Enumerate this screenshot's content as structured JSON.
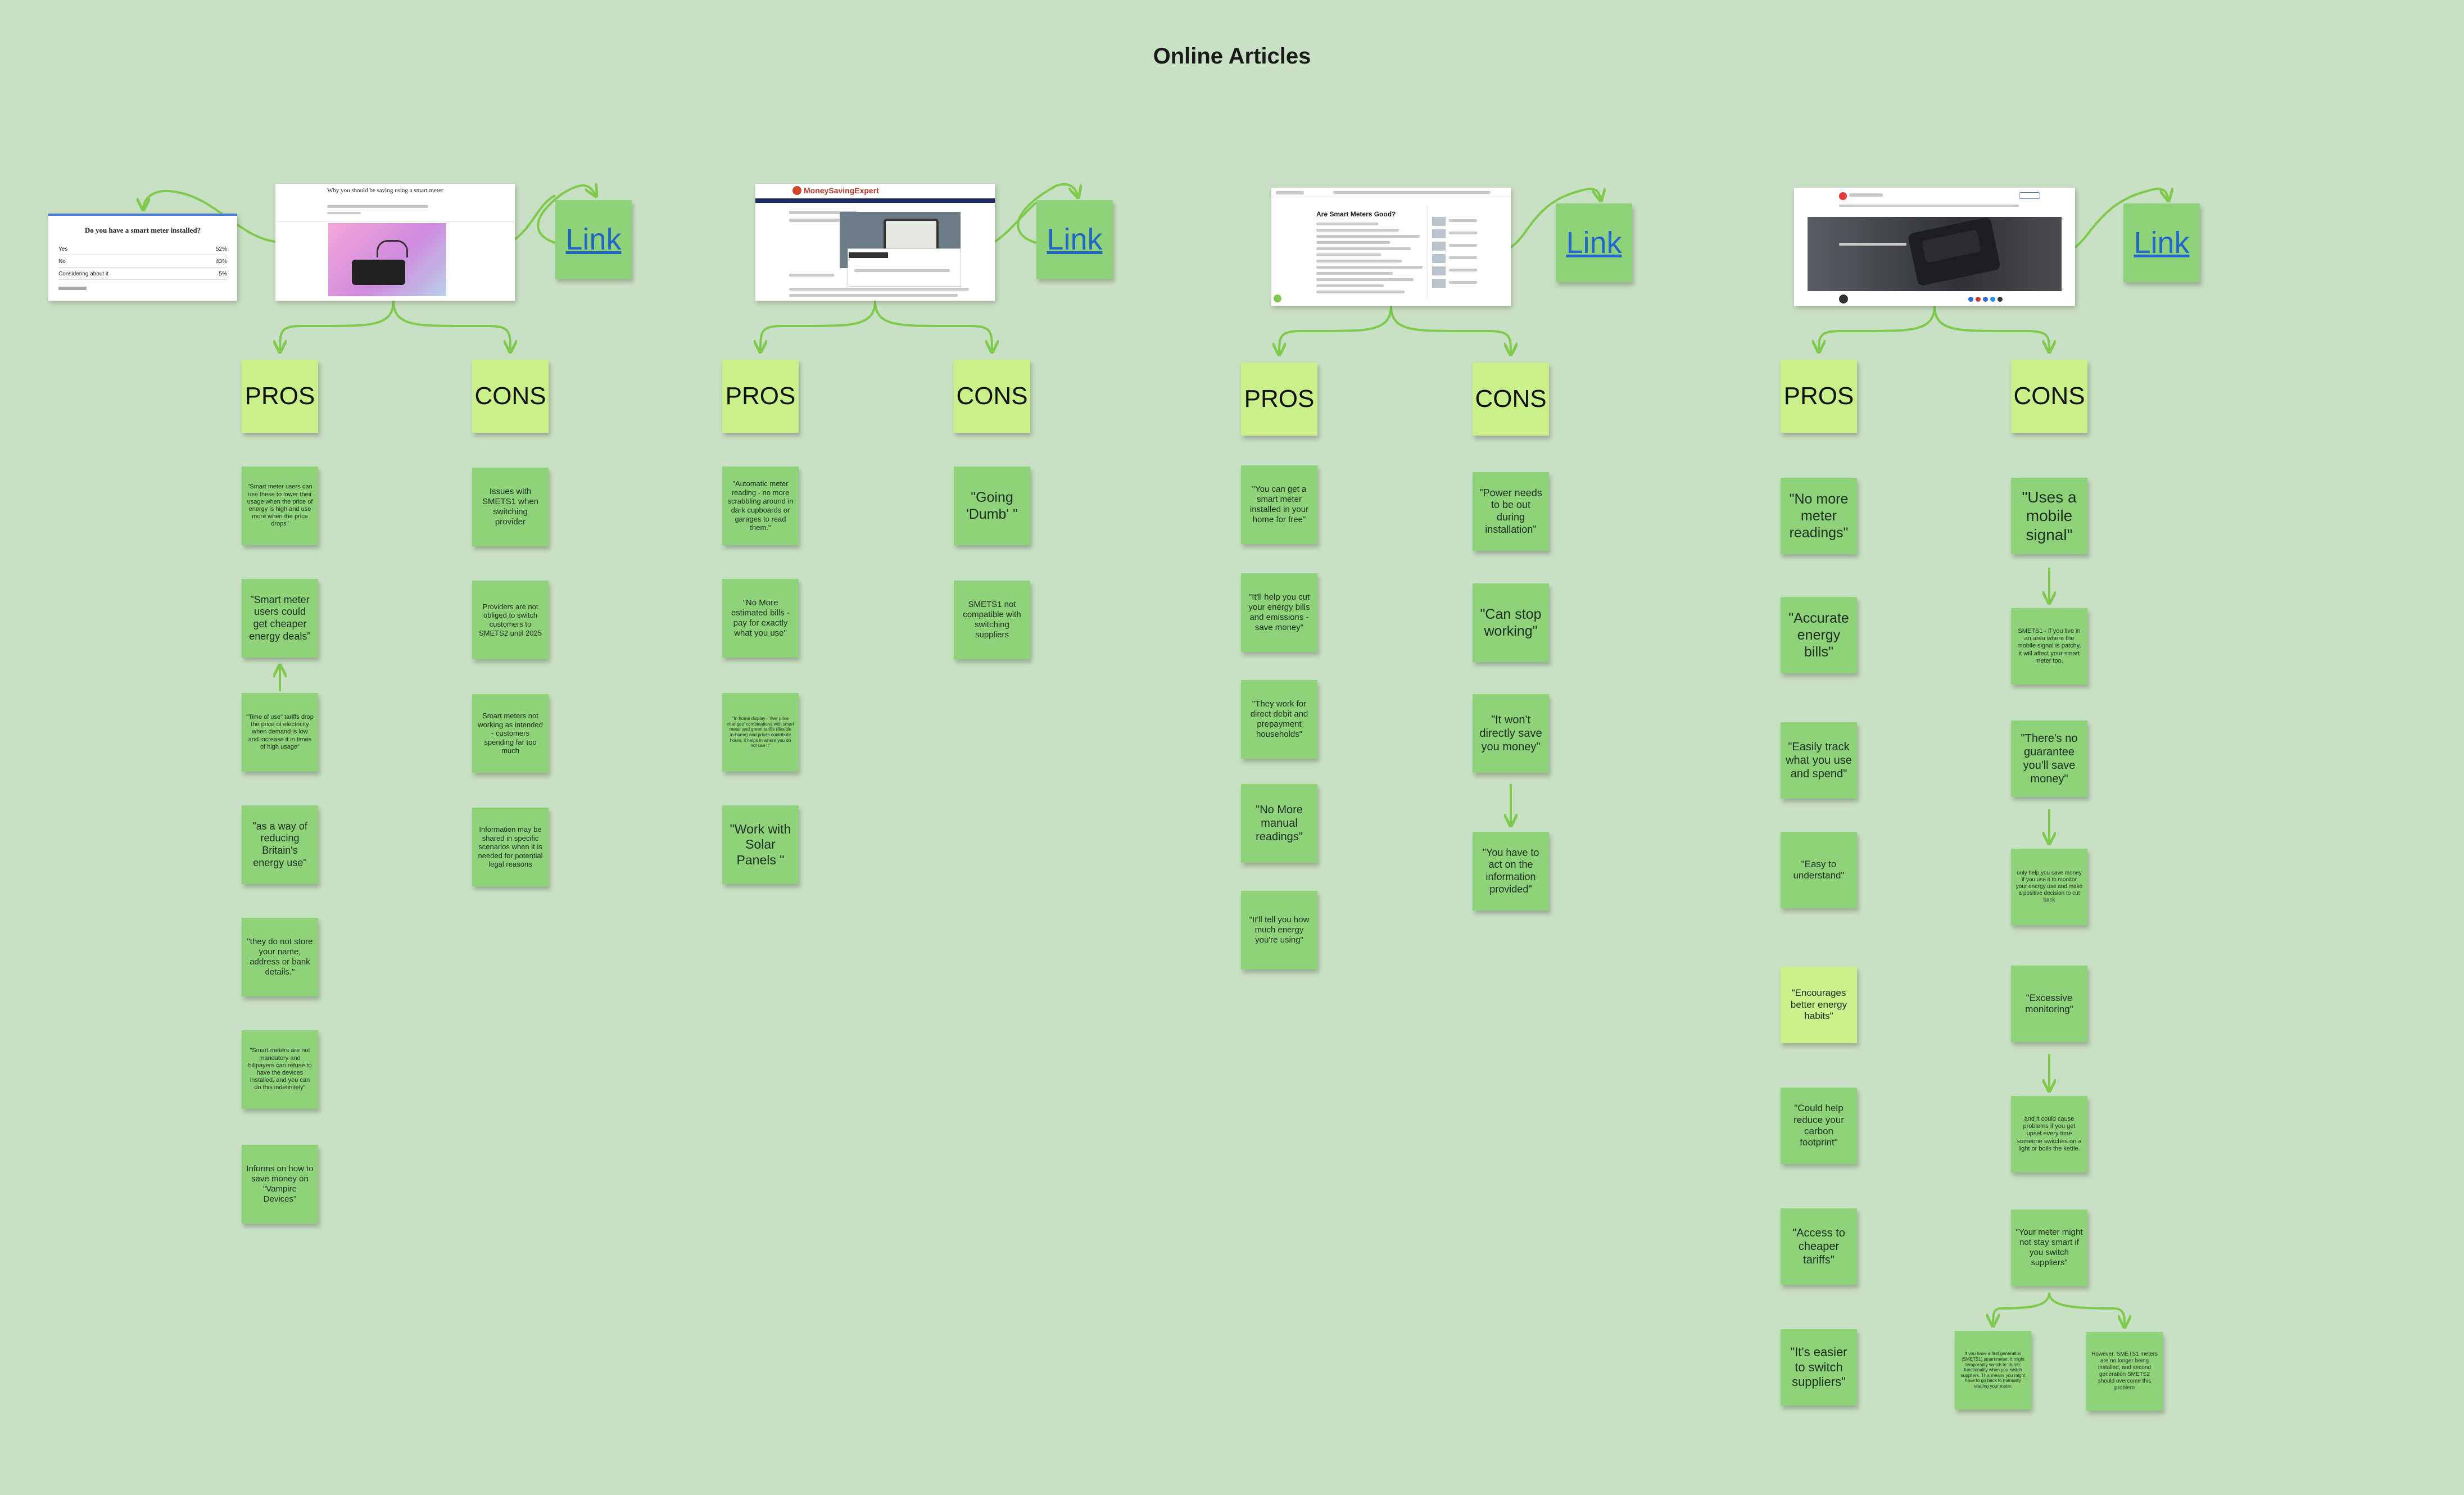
{
  "title": "Online Articles",
  "labels": {
    "pros": "PROS",
    "cons": "CONS",
    "link": "Link"
  },
  "poll": {
    "question": "Do you have a smart meter installed?",
    "rows": [
      {
        "option": "Yes",
        "pct": "52%"
      },
      {
        "option": "No",
        "pct": "43%"
      },
      {
        "option": "Considering about it",
        "pct": "5%"
      }
    ]
  },
  "articles": [
    {
      "preview_heading": "Why you should be saving using a smart meter",
      "pros": [
        "\"Smart meter users can use these to lower their usage when the price of energy is high and use more when the price drops\"",
        "\"Smart meter users could get cheaper energy deals\"",
        "\"Time of use\" tariffs drop the price of electricity when demand is low and increase it in times of high usage\"",
        "\"as a way of reducing Britain's energy use\"",
        "\"they do not store your name, address or bank details.\"",
        "\"Smart meters are not mandatory and billpayers can refuse to have the devices installed, and you can do this indefinitely\"",
        "Informs on how to save money on \"Vampire Devices\""
      ],
      "cons": [
        "Issues with SMETS1 when switching provider",
        "Providers are not obliged to switch customers to SMETS2 until 2025",
        "Smart meters not working as intended - customers spending far too much",
        "Information may be shared in specific scenarios when it is needed for potential legal reasons"
      ]
    },
    {
      "preview_heading": "MoneySavingExpert",
      "pros": [
        "\"Automatic meter reading - no more scrabbling around in dark cupboards or garages to read them.\"",
        "\"No More estimated bills - pay for exactly what you use\"",
        "\"In home display - 'live' price changes' combinations with smart meter and green tariffs (flexible in-home) and prices contribute hours, it helps in where you do not use it\"",
        "\"Work with Solar Panels \""
      ],
      "cons": [
        "\"Going 'Dumb' \"",
        "SMETS1 not compatible with switching suppliers"
      ]
    },
    {
      "preview_heading": "Are Smart Meters Good?",
      "pros": [
        "\"You can get a smart meter installed in your home for free\"",
        "\"It'll help you cut your energy bills and emissions - save money\"",
        "\"They work for direct debit and prepayment households\"",
        "\"No More manual readings\"",
        "\"It'll tell you how much energy you're using\""
      ],
      "cons": [
        "\"Power needs to be out during installation\"",
        "\"Can stop working\"",
        "\"It won't directly save you money\"",
        "\"You have to act on the information provided\""
      ]
    },
    {
      "preview_heading": "",
      "pros": [
        "\"No more meter readings\"",
        "\"Accurate energy bills\"",
        "\"Easily track what you use and spend\"",
        "\"Easy to understand\"",
        "\"Encourages better energy habits\"",
        "\"Could help reduce your carbon footprint\"",
        "\"Access to cheaper tariffs\"",
        "\"It's easier to switch suppliers\""
      ],
      "cons": [
        "\"Uses a mobile signal\"",
        "SMETS1 - if you live in an area where the mobile signal is patchy, it will affect your smart meter too.",
        "\"There's no guarantee you'll save money\"",
        "only help you save money if you use it to monitor your energy use and make a positive decision to cut back",
        "\"Excessive monitoring\"",
        "and it could cause problems if you get upset every time someone switches on a light or boils the kettle.",
        "\"Your meter might not stay smart if you switch suppliers\""
      ],
      "cons_followups": [
        "If you have a first generation (SMETS1) smart meter, it might temporarily switch to 'dumb' functionality when you switch suppliers. This means you might have to go back to manually reading your meter.",
        "However, SMETS1 meters are no longer being installed, and second generation SMETS2 should overcome this problem"
      ]
    }
  ]
}
